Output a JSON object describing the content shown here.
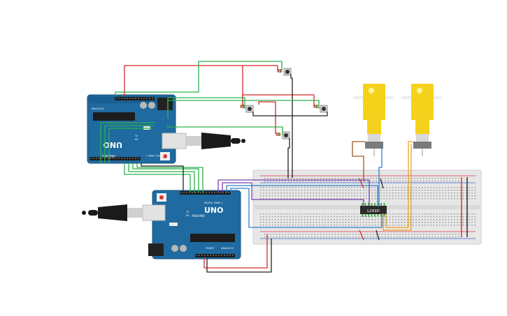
{
  "board_top": {
    "logo": "UNO",
    "brand": "ARDUINO",
    "label_digital": "DIGITAL (PWM~)",
    "label_power": "POWER",
    "label_analog": "ANALOG IN",
    "label_tx": "TX",
    "label_rx": "RX",
    "label_l": "L",
    "label_on": "ON",
    "label_aref": "AREF"
  },
  "board_bottom": {
    "logo": "UNO",
    "brand": "ARDUINO",
    "label_digital": "DIGITAL (PWM~)",
    "label_power": "POWER",
    "label_analog": "ANALOG IN",
    "label_tx": "TX",
    "label_rx": "RX",
    "label_l": "L",
    "label_on": "ON",
    "label_aref": "AREF"
  },
  "driver_chip": {
    "label": "L293D"
  },
  "colors": {
    "board_blue": "#1f6aa0",
    "board_edge": "#17527c",
    "wire_red": "#d62a2a",
    "wire_green": "#2bb24a",
    "wire_black": "#222222",
    "wire_purple": "#7a3fb0",
    "wire_blue": "#2e7fd0",
    "wire_orange": "#f0a020",
    "wire_brown": "#9a5a28",
    "motor_yellow": "#f4d21c",
    "breadboard": "#e7e7e7"
  }
}
